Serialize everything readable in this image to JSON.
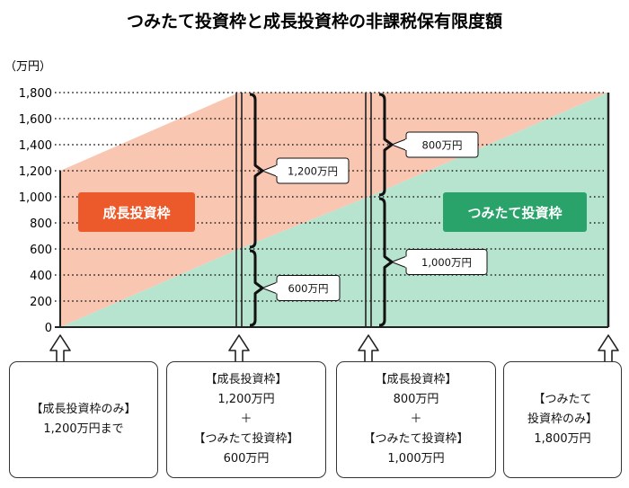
{
  "chart_data": {
    "type": "area",
    "title": "つみたて投資枠と成長投資枠の非課税保有限度額",
    "unit_label": "（万円）",
    "ylim": [
      0,
      1800
    ],
    "yticks": [
      0,
      200,
      400,
      600,
      800,
      1000,
      1200,
      1400,
      1600,
      1800
    ],
    "ytick_labels": [
      "0",
      "200",
      "400",
      "600",
      "800",
      "1,000",
      "1,200",
      "1,400",
      "1,600",
      "1,800"
    ],
    "grid": true,
    "stages": [
      {
        "growth": 1200,
        "tsumitate": 0
      },
      {
        "growth": 1200,
        "tsumitate": 600
      },
      {
        "growth": 800,
        "tsumitate": 1000
      },
      {
        "growth": 0,
        "tsumitate": 1800
      }
    ],
    "series": [
      {
        "name": "成長投資枠",
        "color": "#f9c6b2",
        "tag_color": "#ec5a2b"
      },
      {
        "name": "つみたて投資枠",
        "color": "#b7e4cf",
        "tag_color": "#2aa36b"
      }
    ],
    "annotations": [
      {
        "stage": 1,
        "series": "成長投資枠",
        "label": "1,200万円",
        "value_from": 600,
        "value_to": 1800
      },
      {
        "stage": 1,
        "series": "つみたて投資枠",
        "label": "600万円",
        "value_from": 0,
        "value_to": 600
      },
      {
        "stage": 2,
        "series": "成長投資枠",
        "label": "800万円",
        "value_from": 1000,
        "value_to": 1800
      },
      {
        "stage": 2,
        "series": "つみたて投資枠",
        "label": "1,000万円",
        "value_from": 0,
        "value_to": 1000
      }
    ]
  },
  "bottom_boxes": [
    {
      "lines": [
        "【成長投資枠のみ】",
        "1,200万円まで"
      ]
    },
    {
      "lines": [
        "【成長投資枠】",
        "1,200万円",
        "＋",
        "【つみたて投資枠】",
        "600万円"
      ]
    },
    {
      "lines": [
        "【成長投資枠】",
        "800万円",
        "＋",
        "【つみたて投資枠】",
        "1,000万円"
      ]
    },
    {
      "lines": [
        "【つみたて",
        "投資枠のみ】",
        "1,800万円"
      ]
    }
  ]
}
